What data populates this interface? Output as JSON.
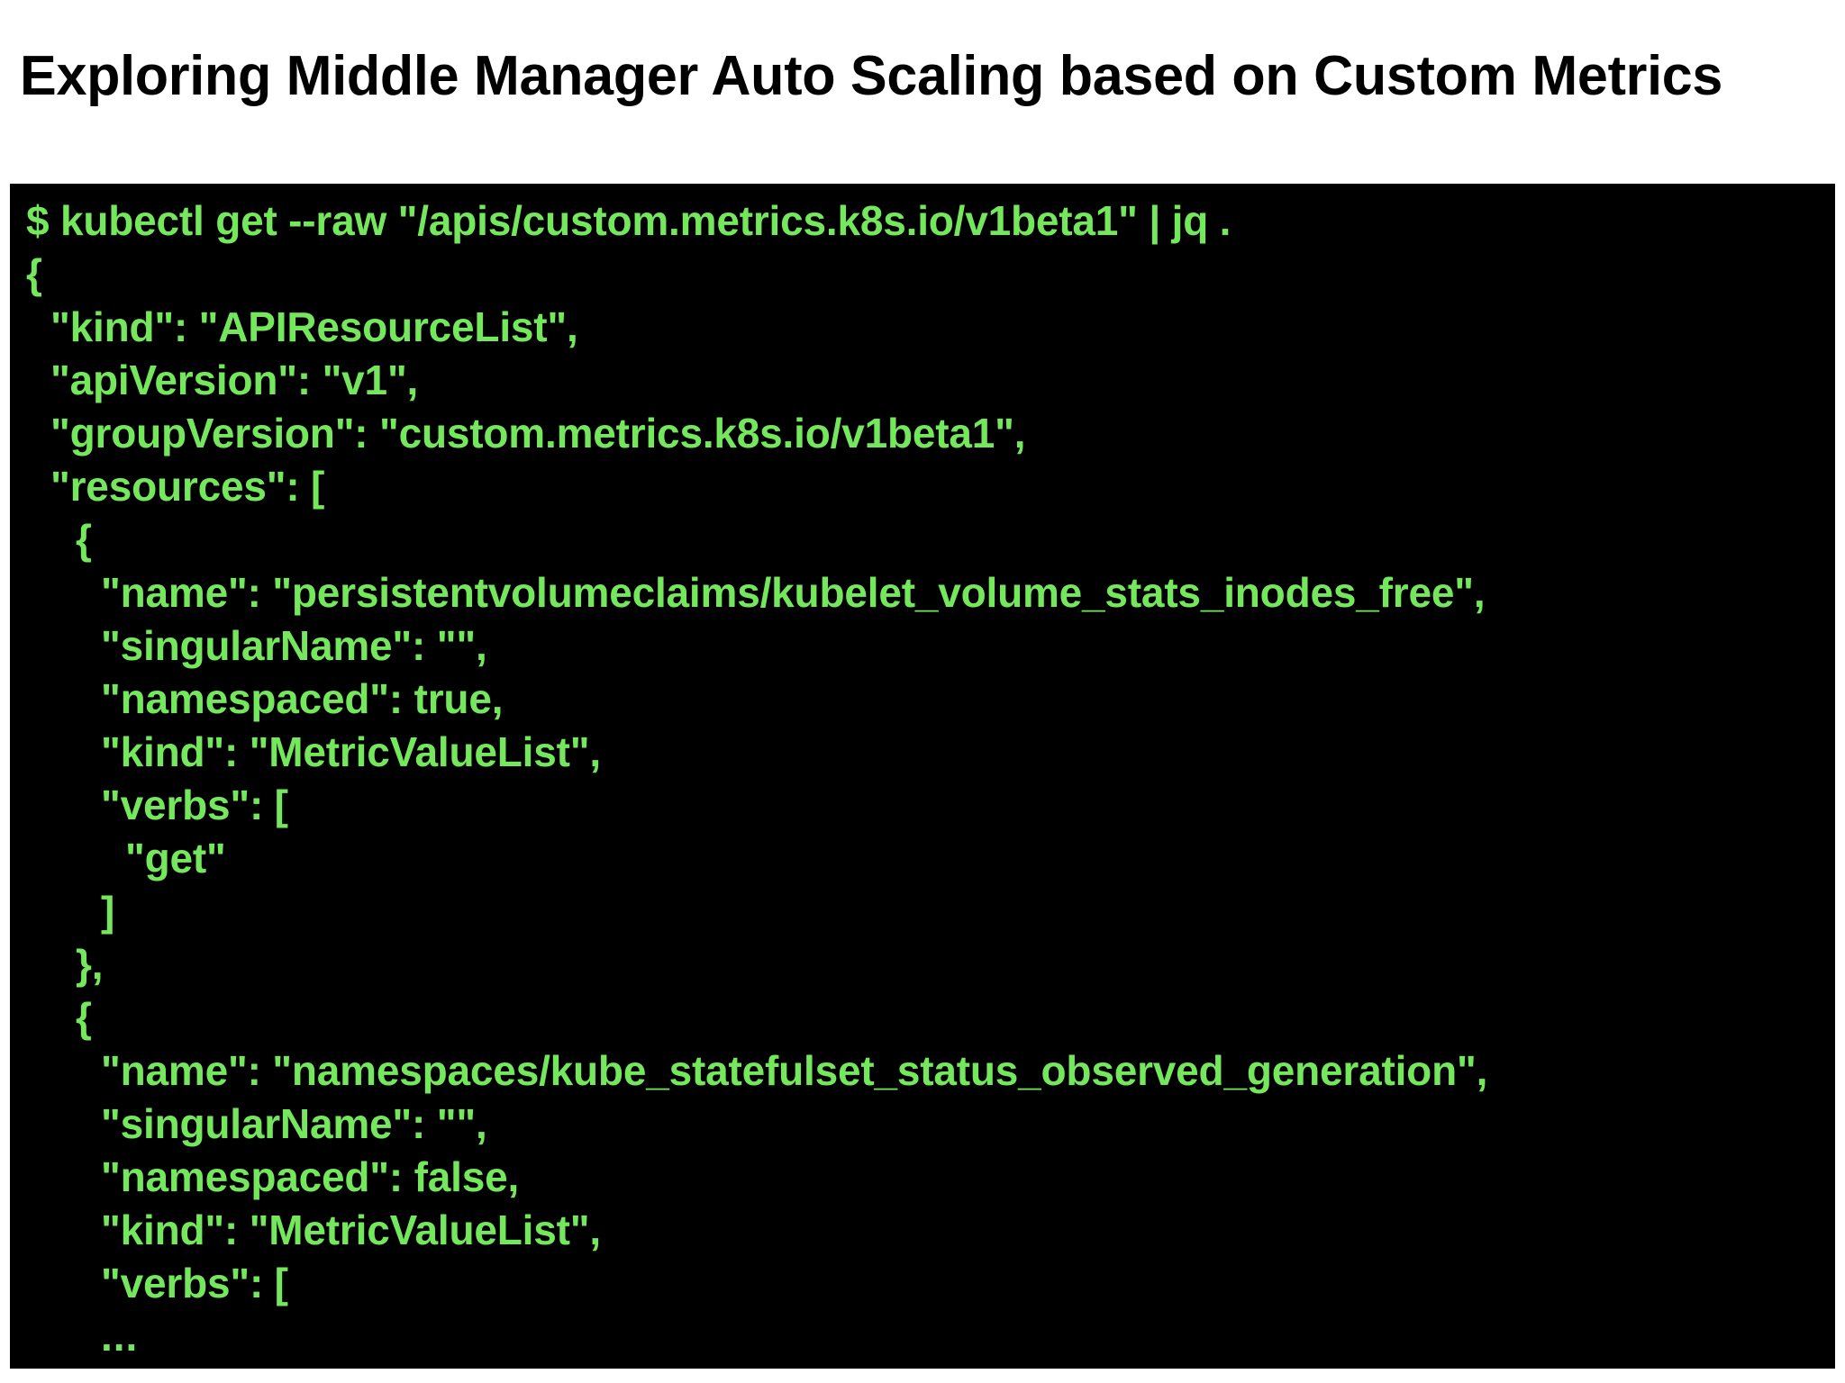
{
  "slide": {
    "title": "Exploring Middle Manager Auto Scaling based on Custom Metrics",
    "background_color": "#ffffff",
    "title_color": "#000000"
  },
  "terminal": {
    "background_color": "#000000",
    "text_color": "#74e75c",
    "prompt_symbol": "$",
    "command": "$ kubectl get --raw \"/apis/custom.metrics.k8s.io/v1beta1\" | jq .",
    "lines": [
      {
        "indent": 0,
        "text": "$ kubectl get --raw \"/apis/custom.metrics.k8s.io/v1beta1\" | jq ."
      },
      {
        "indent": 0,
        "text": "{"
      },
      {
        "indent": 1,
        "text": "\"kind\": \"APIResourceList\","
      },
      {
        "indent": 1,
        "text": "\"apiVersion\": \"v1\","
      },
      {
        "indent": 1,
        "text": "\"groupVersion\": \"custom.metrics.k8s.io/v1beta1\","
      },
      {
        "indent": 1,
        "text": "\"resources\": ["
      },
      {
        "indent": 2,
        "text": "{"
      },
      {
        "indent": 3,
        "text": "\"name\": \"persistentvolumeclaims/kubelet_volume_stats_inodes_free\","
      },
      {
        "indent": 3,
        "text": "\"singularName\": \"\","
      },
      {
        "indent": 3,
        "text": "\"namespaced\": true,"
      },
      {
        "indent": 3,
        "text": "\"kind\": \"MetricValueList\","
      },
      {
        "indent": 3,
        "text": "\"verbs\": ["
      },
      {
        "indent": 4,
        "text": "\"get\""
      },
      {
        "indent": 3,
        "text": "]"
      },
      {
        "indent": 2,
        "text": "},"
      },
      {
        "indent": 2,
        "text": "{"
      },
      {
        "indent": 3,
        "text": "\"name\": \"namespaces/kube_statefulset_status_observed_generation\","
      },
      {
        "indent": 3,
        "text": "\"singularName\": \"\","
      },
      {
        "indent": 3,
        "text": "\"namespaced\": false,"
      },
      {
        "indent": 3,
        "text": "\"kind\": \"MetricValueList\","
      },
      {
        "indent": 3,
        "text": "\"verbs\": ["
      },
      {
        "indent": 3,
        "text": "..."
      }
    ]
  }
}
